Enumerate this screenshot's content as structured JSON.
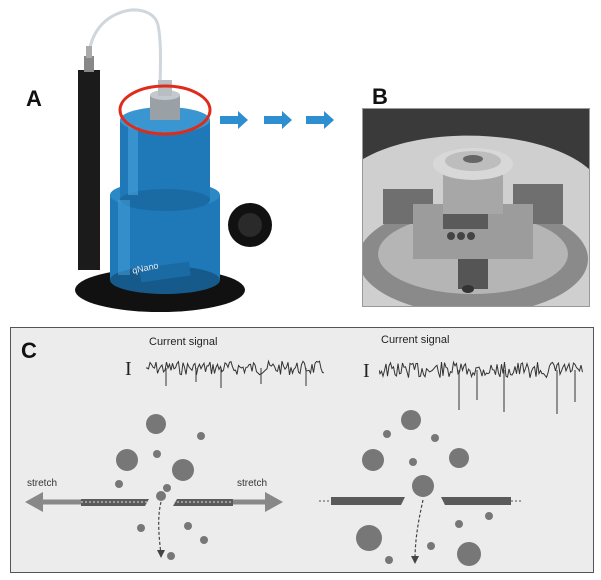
{
  "panels": {
    "a": {
      "letter": "A",
      "device_label": "qNano"
    },
    "b": {
      "letter": "B"
    },
    "c": {
      "letter": "C",
      "left": {
        "signal_title": "Current signal",
        "axis_symbol": "I",
        "stretch_left": "stretch",
        "stretch_right": "stretch"
      },
      "right": {
        "signal_title": "Current signal",
        "axis_symbol": "I"
      }
    }
  },
  "colors": {
    "device_blue": "#1f78b8",
    "highlight_circle": "#e02a1a",
    "arrow_blue": "#2d8fd0",
    "particle": "#777777"
  },
  "icons": [
    "flow-arrow-icon"
  ]
}
